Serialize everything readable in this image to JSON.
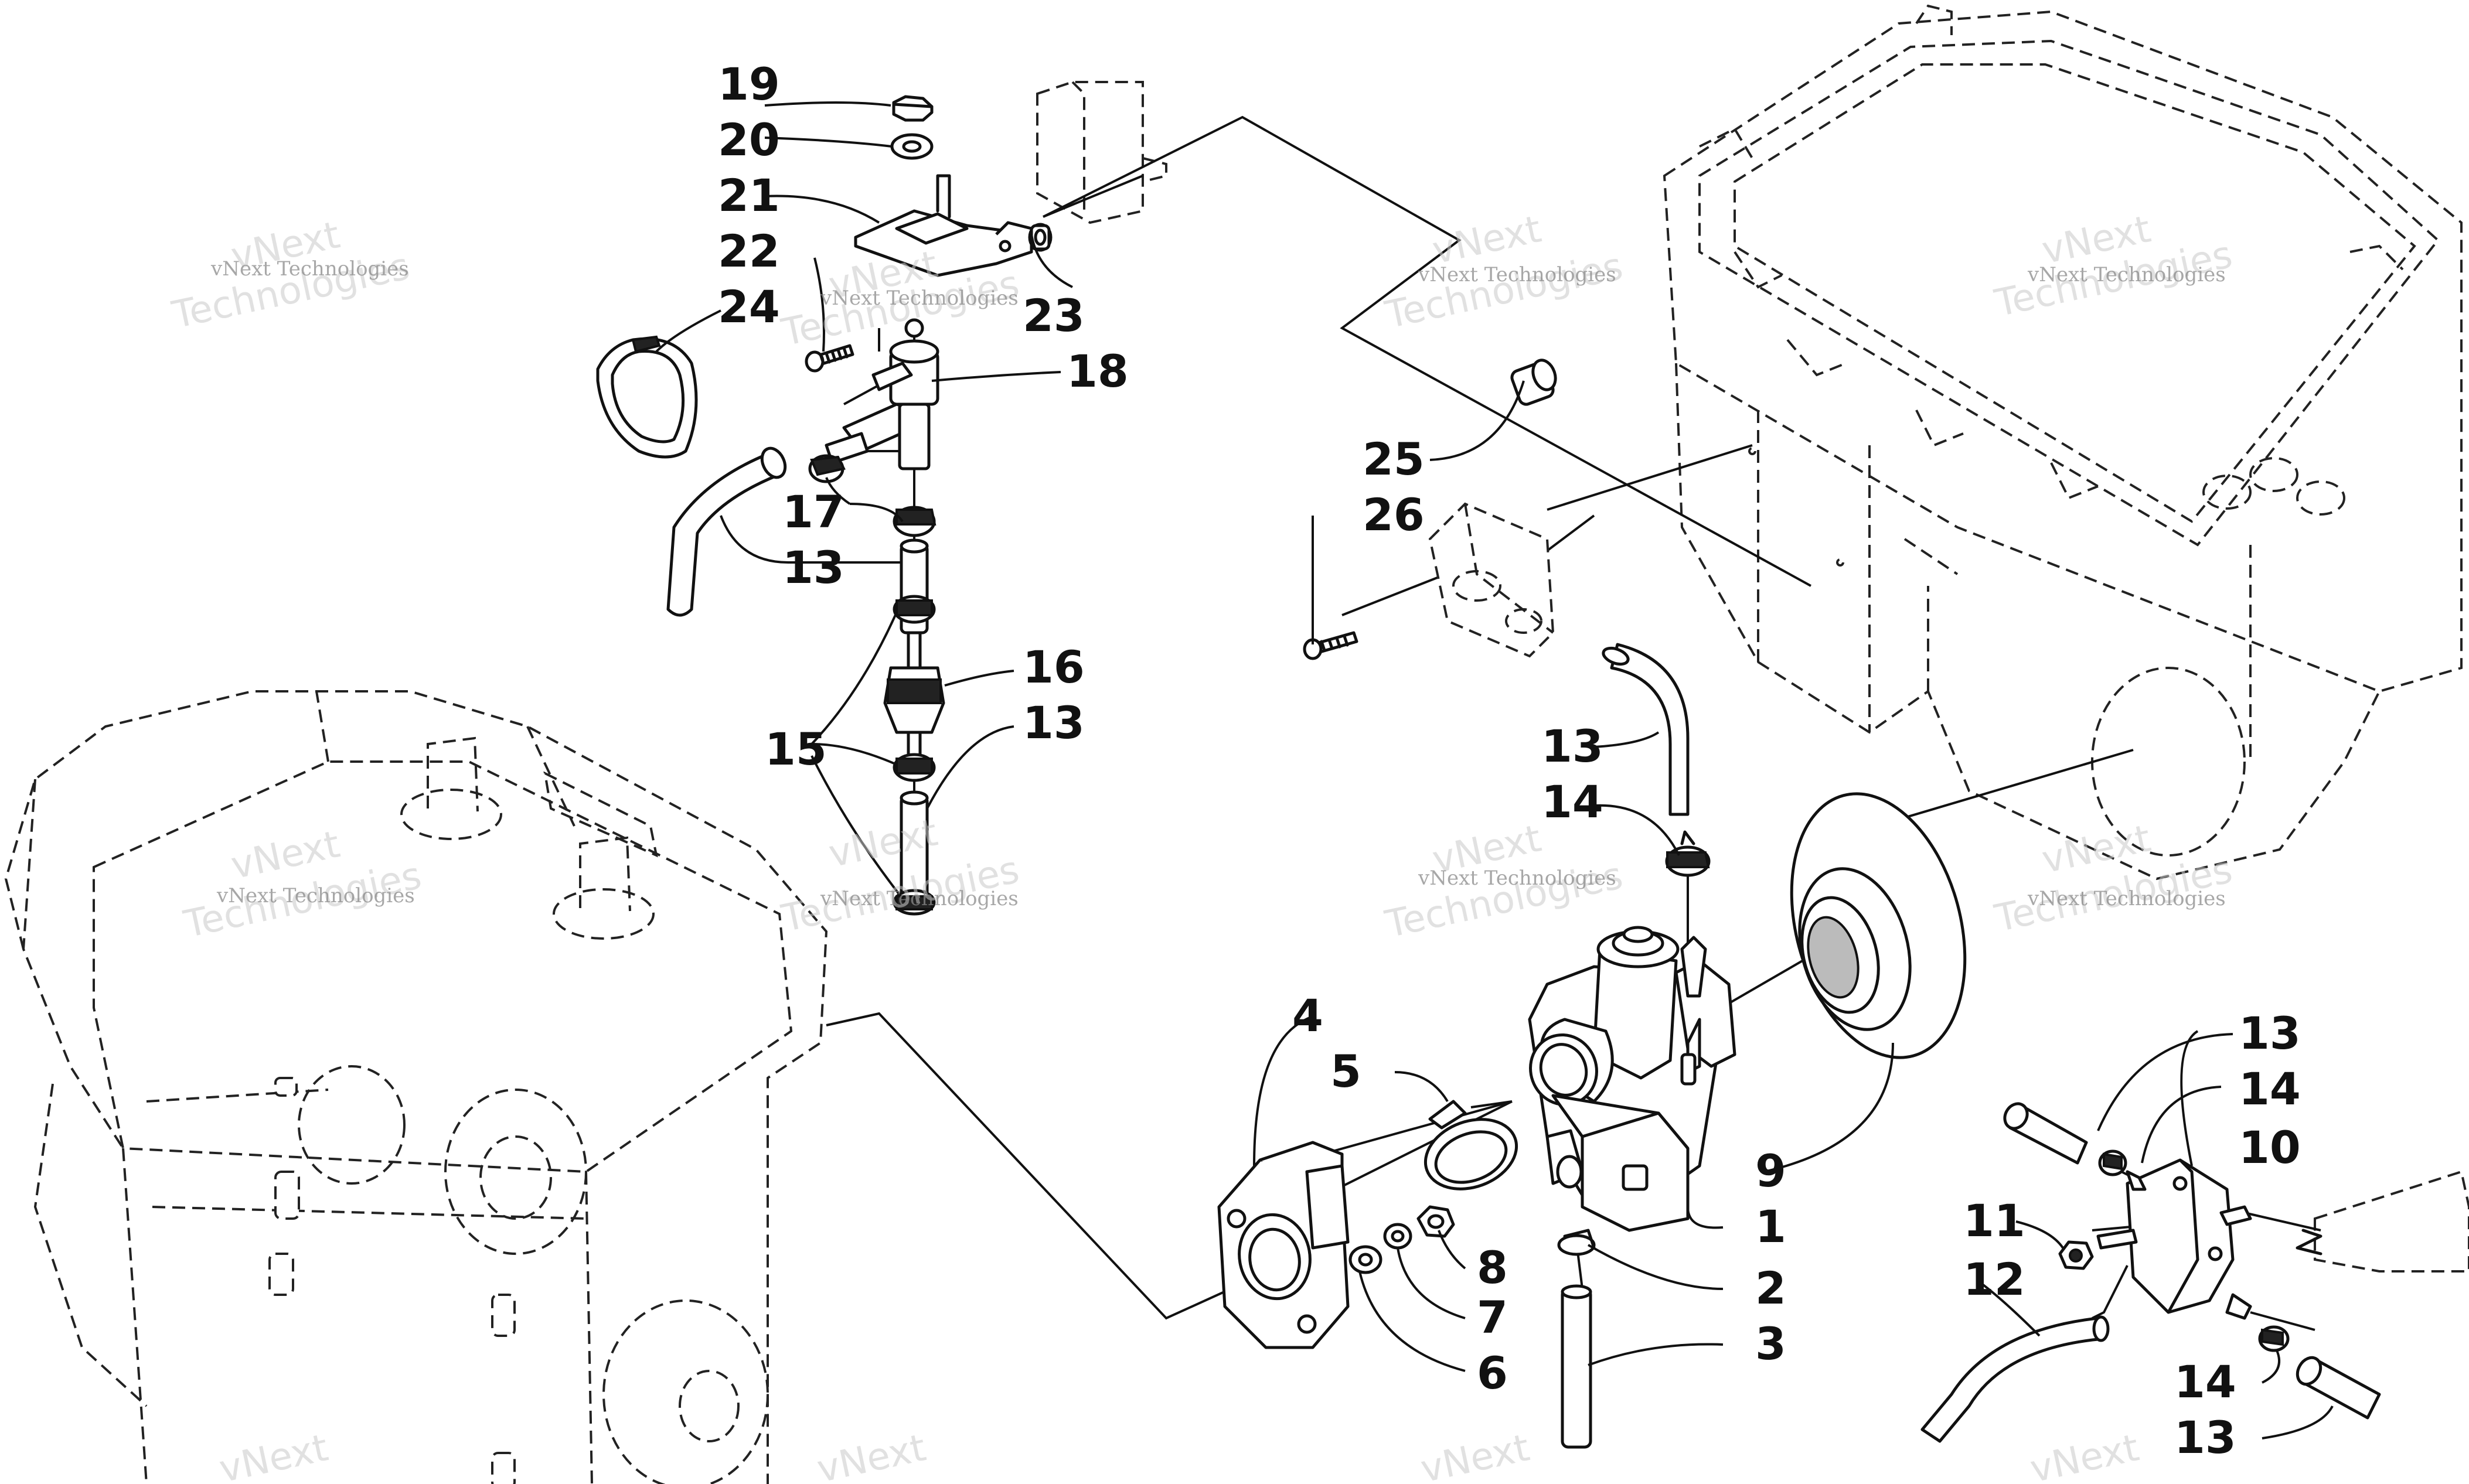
{
  "callouts": {
    "c1": "1",
    "c2": "2",
    "c3": "3",
    "c4": "4",
    "c5": "5",
    "c6": "6",
    "c7": "7",
    "c8": "8",
    "c9": "9",
    "c10": "10",
    "c11": "11",
    "c12": "12",
    "c13a": "13",
    "c13b": "13",
    "c13c": "13",
    "c13d": "13",
    "c13e": "13",
    "c14a": "14",
    "c14b": "14",
    "c14c": "14",
    "c15": "15",
    "c16": "16",
    "c17": "17",
    "c18": "18",
    "c19": "19",
    "c20": "20",
    "c21": "21",
    "c22": "22",
    "c23": "23",
    "c24": "24",
    "c25": "25",
    "c26": "26"
  },
  "watermark": {
    "brand_line1": "vNext",
    "brand_line2": "Technologies",
    "full": "vNext Technologies"
  }
}
